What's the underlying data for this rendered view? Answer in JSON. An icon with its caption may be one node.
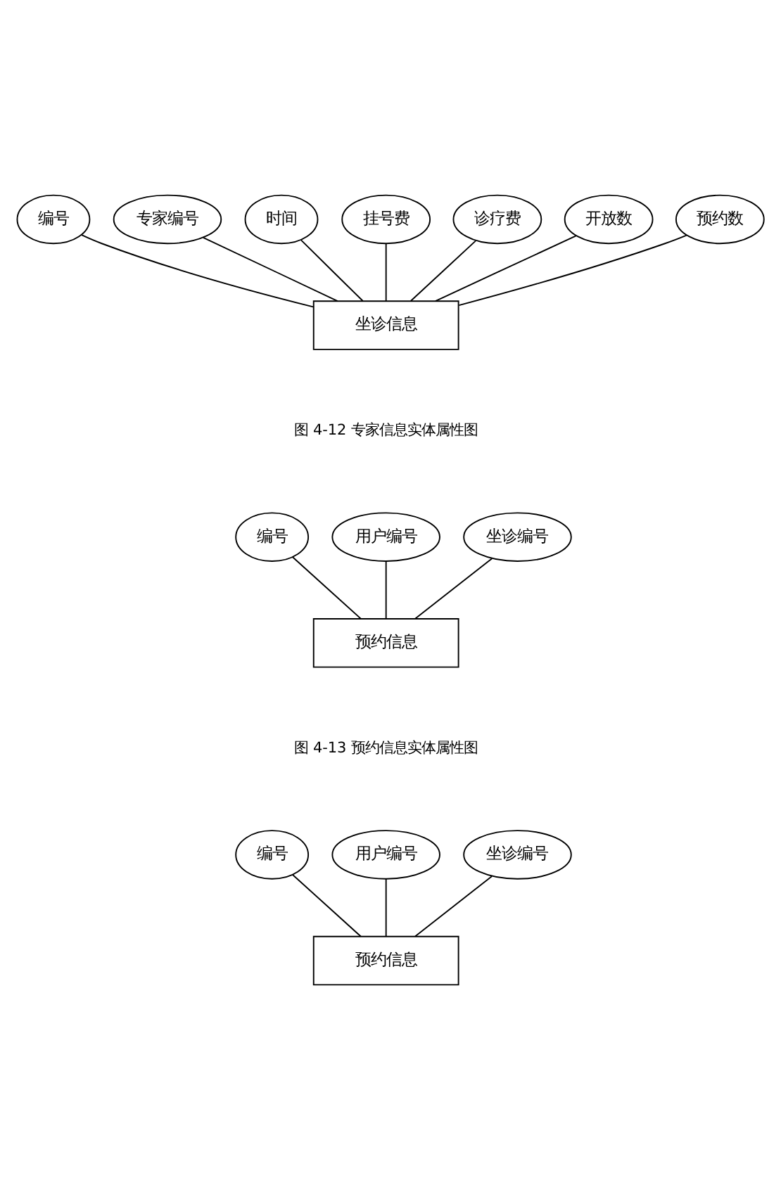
{
  "diagram": {
    "nodes": [
      {
        "text": [
          "编号"
        ]
      },
      {
        "text": [
          "专家编号"
        ]
      },
      {
        "text": [
          "时间"
        ]
      },
      {
        "text": [
          "挂号费"
        ]
      },
      {
        "text": [
          "诊疗费"
        ]
      },
      {
        "text": [
          "开放数"
        ]
      },
      {
        "text": [
          "预约数"
        ]
      },
      {
        "text": [
          "坐诊信息"
        ]
      },
      {
        "text": [
          "编号"
        ]
      },
      {
        "text": [
          "用户编号"
        ]
      },
      {
        "text": [
          "坐诊编号"
        ]
      },
      {
        "text": [
          "预约信息"
        ]
      },
      {
        "text": [
          "编号"
        ]
      },
      {
        "text": [
          "用户编号"
        ]
      },
      {
        "text": [
          "坐诊编号"
        ]
      },
      {
        "text": [
          "预约信息"
        ]
      }
    ],
    "edges": [
      {
        "from": 7,
        "to": 0,
        "arrow": "none"
      },
      {
        "from": 7,
        "to": 1,
        "arrow": "none"
      },
      {
        "from": 7,
        "to": 2,
        "arrow": "none"
      },
      {
        "from": 7,
        "to": 3,
        "arrow": "none"
      },
      {
        "from": 7,
        "to": 4,
        "arrow": "none"
      },
      {
        "from": 7,
        "to": 5,
        "arrow": "none"
      },
      {
        "from": 7,
        "to": 6,
        "arrow": "none"
      },
      {
        "from": 11,
        "to": 8,
        "arrow": "none"
      },
      {
        "from": 11,
        "to": 9,
        "arrow": "none"
      },
      {
        "from": 11,
        "to": 10,
        "arrow": "none"
      },
      {
        "from": 15,
        "to": 12,
        "arrow": "none"
      },
      {
        "from": 15,
        "to": 13,
        "arrow": "none"
      },
      {
        "from": 15,
        "to": 14,
        "arrow": "none"
      }
    ],
    "labels": [
      "图 4-12 专家信息实体属性图",
      "图 4-13 预约信息实体属性图"
    ]
  }
}
